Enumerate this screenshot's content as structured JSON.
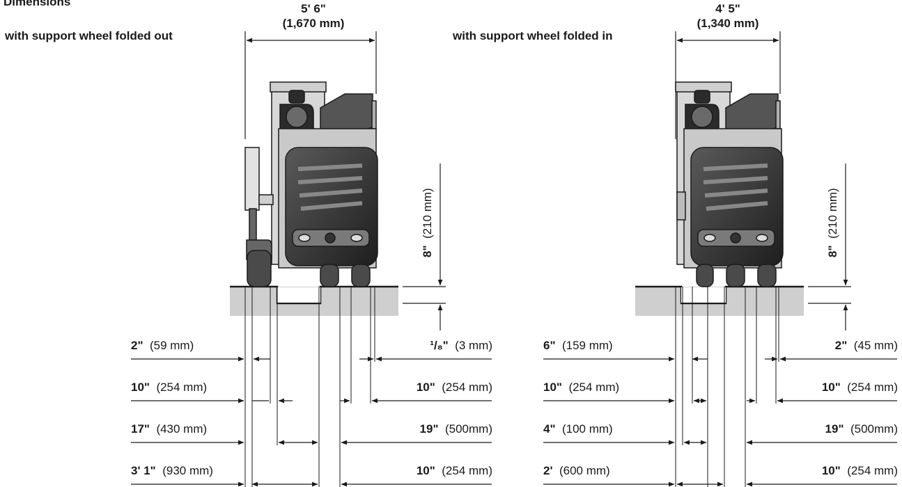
{
  "title": "Dimensions",
  "left": {
    "caption": "with support wheel folded out",
    "width_imperial": "5' 6\"",
    "width_metric": "(1,670 mm)",
    "height_imperial": "8\"",
    "height_metric": "(210 mm)",
    "dims_left": [
      {
        "imperial": "2\"",
        "metric": "(59 mm)"
      },
      {
        "imperial": "10\"",
        "metric": "(254 mm)"
      },
      {
        "imperial": "17\"",
        "metric": "(430 mm)"
      },
      {
        "imperial": "3' 1\"",
        "metric": "(930 mm)"
      }
    ],
    "dims_right": [
      {
        "imperial": "¹/₈\"",
        "metric": "(3 mm)"
      },
      {
        "imperial": "10\"",
        "metric": "(254 mm)"
      },
      {
        "imperial": "19\"",
        "metric": "(500mm)"
      },
      {
        "imperial": "10\"",
        "metric": "(254 mm)"
      }
    ]
  },
  "right": {
    "caption": "with support wheel folded in",
    "width_imperial": "4' 5\"",
    "width_metric": "(1,340 mm)",
    "height_imperial": "8\"",
    "height_metric": "(210 mm)",
    "dims_left": [
      {
        "imperial": "6\"",
        "metric": "(159 mm)"
      },
      {
        "imperial": "10\"",
        "metric": "(254 mm)"
      },
      {
        "imperial": "4\"",
        "metric": "(100 mm)"
      },
      {
        "imperial": "2'",
        "metric": "(600 mm)"
      }
    ],
    "dims_right": [
      {
        "imperial": "2\"",
        "metric": "(45 mm)"
      },
      {
        "imperial": "10\"",
        "metric": "(254 mm)"
      },
      {
        "imperial": "19\"",
        "metric": "(500mm)"
      },
      {
        "imperial": "10\"",
        "metric": "(254 mm)"
      }
    ]
  },
  "colors": {
    "ink": "#1a1a1a",
    "body": "#9a9a9a",
    "body_light": "#d8d8d8",
    "ground": "#cfcfcf"
  }
}
